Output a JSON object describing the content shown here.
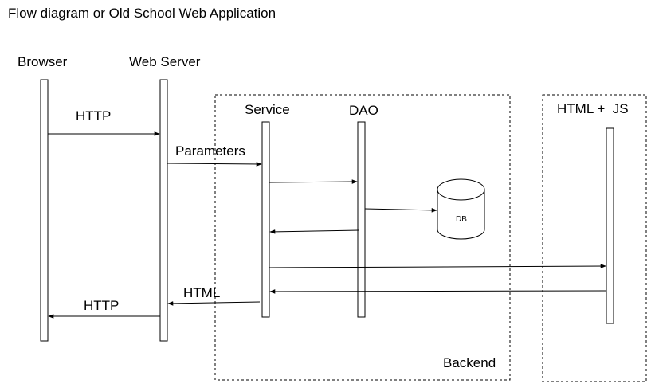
{
  "title": "Flow diagram or Old School Web Application",
  "participants": {
    "browser": "Browser",
    "web_server": "Web Server",
    "service": "Service",
    "dao": "DAO",
    "client": "HTML +  JS"
  },
  "database": {
    "label": "DB"
  },
  "groups": {
    "backend": "Backend"
  },
  "messages": {
    "http_request": "HTTP",
    "parameters": "Parameters",
    "html_response": "HTML",
    "http_response": "HTTP"
  }
}
